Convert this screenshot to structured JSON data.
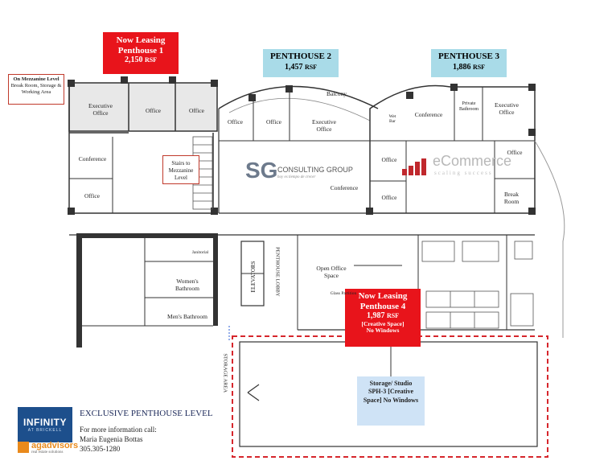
{
  "callouts": {
    "ph1": {
      "line1": "Now Leasing",
      "line2": "Penthouse 1",
      "area": "2,150",
      "unit": "RSF"
    },
    "ph2": {
      "title": "PENTHOUSE 2",
      "area": "1,457",
      "unit": "RSF"
    },
    "ph3": {
      "title": "PENTHOUSE 3",
      "area": "1,886",
      "unit": "RSF"
    },
    "ph4": {
      "line1": "Now Leasing",
      "line2": "Penthouse 4",
      "area": "1,987",
      "unit": "RSF",
      "note1": "[Creative Space]",
      "note2": "No Windows"
    }
  },
  "mezzanine_note": {
    "bold": "On Mezzanine Level",
    "text": "Break Room, Storage & Working Area"
  },
  "stairs_note": "Stairs to Mezzanine Level",
  "rooms": {
    "exec_office_1": "Executive Office",
    "office_1a": "Office",
    "office_1b": "Office",
    "conference_1": "Conference",
    "office_1c": "Office",
    "office_2a": "Office",
    "office_2b": "Office",
    "exec_office_2": "Executive Office",
    "balcony": "Balcony",
    "conference_2": "Conference",
    "wet_bar": "Wet Bar",
    "conference_3": "Conference",
    "private_bathroom": "Private Bathroom",
    "exec_office_3": "Executive Office",
    "office_3a": "Office",
    "office_3b": "Office",
    "office_3c": "Office",
    "break_room": "Break Room",
    "janitorial": "Janitorial",
    "womens": "Women's Bathroom",
    "mens": "Men's Bathroom",
    "elevators": "ELEVATORS",
    "lobby": "PENTHOUSE LOBBY",
    "open_office": "Open Office Space",
    "glass_partition": "Glass Partition",
    "storage_area": "STORAGE AREA",
    "storage_studio": "Storage/ Studio SPH-3 [Creative Space] No Windows"
  },
  "tenants": {
    "sg": {
      "initials": "SG",
      "name": "CONSULTING GROUP",
      "tagline": "hoy es tiempo de crecer"
    },
    "ecommerce": {
      "name": "eCommerce",
      "tagline": "scaling success"
    }
  },
  "footer": {
    "brand": "INFINITY",
    "brand_sub": "AT BRICKELL",
    "agency": "agadvisors",
    "agency_sub": "real estate solutions",
    "headline": "EXCLUSIVE PENTHOUSE LEVEL",
    "info": "For more information call:",
    "contact": "Maria Eugenia Bottas",
    "phone": "305.305-1280"
  },
  "colors": {
    "red": "#e8141b",
    "blue": "#a9dbe8",
    "wall": "#333333"
  }
}
